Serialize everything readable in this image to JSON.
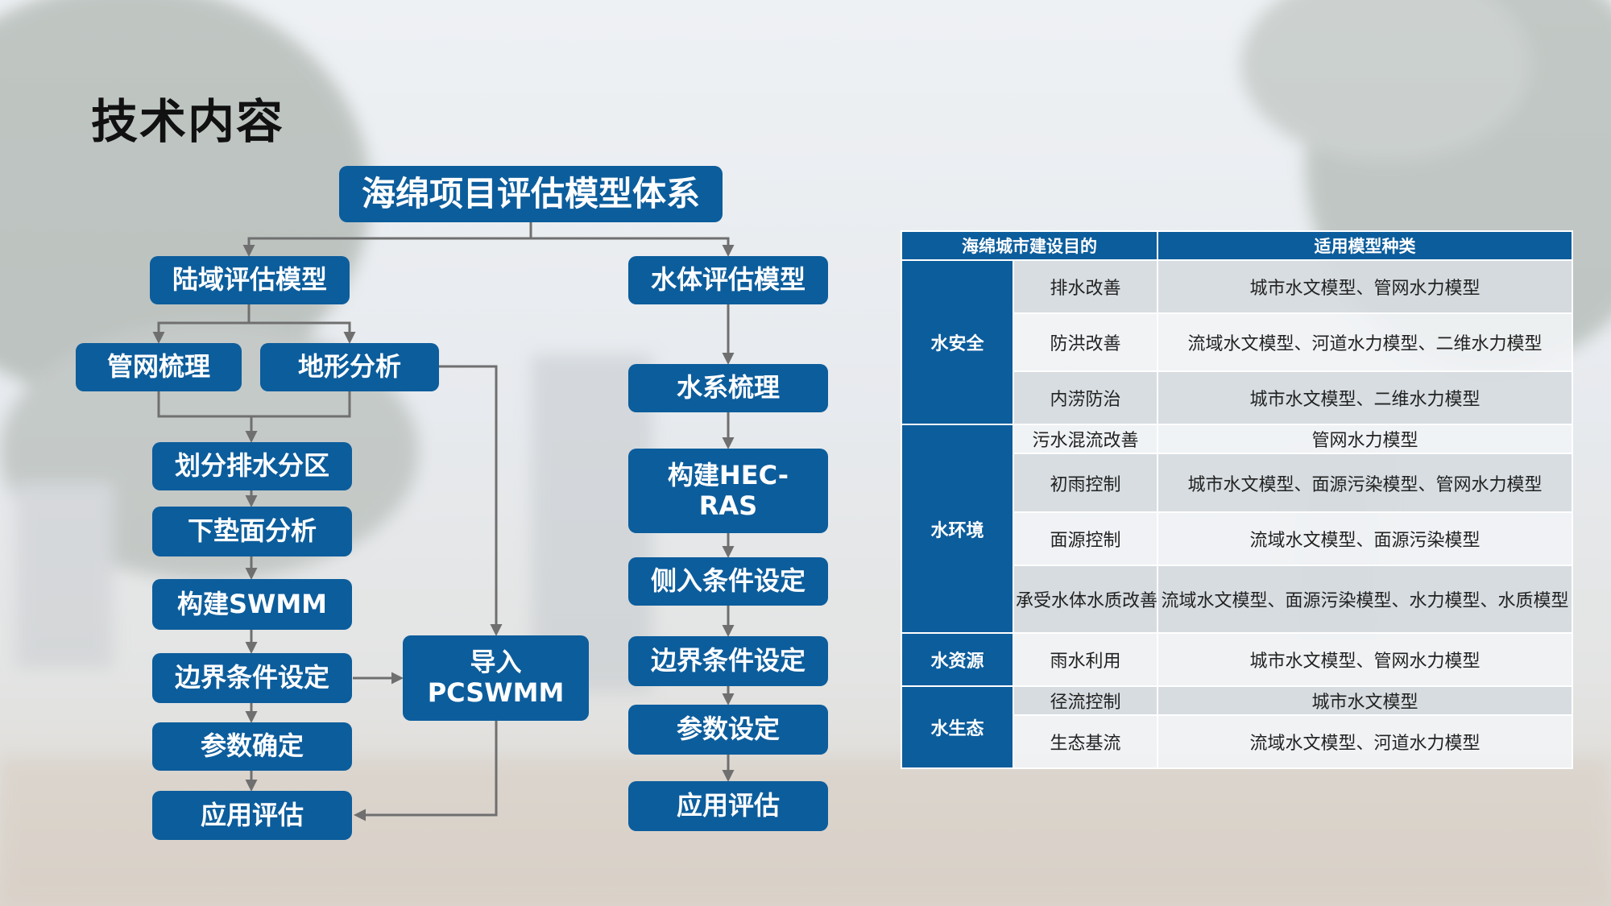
{
  "page_title": "技术内容",
  "flow": {
    "root": "海绵项目评估模型体系",
    "land_model": "陆域评估模型",
    "water_model": "水体评估模型",
    "pipe_review": "管网梳理",
    "terrain_analysis": "地形分析",
    "partition": "划分排水分区",
    "underlying_surface": "下垫面分析",
    "build_swmm": "构建SWMM",
    "boundary_land": "边界条件设定",
    "param_confirm": "参数确定",
    "apply_land": "应用评估",
    "import_pcswmm_1": "导入",
    "import_pcswmm_2": "PCSWMM",
    "water_system": "水系梳理",
    "build_hec_1": "构建HEC-",
    "build_hec_2": "RAS",
    "lateral_inflow": "侧入条件设定",
    "boundary_water": "边界条件设定",
    "param_setting": "参数设定",
    "apply_water": "应用评估"
  },
  "table": {
    "header_goal": "海绵城市建设目的",
    "header_model": "适用模型种类",
    "groups": [
      {
        "category": "水安全",
        "rows": [
          {
            "goal": "排水改善",
            "models": "城市水文模型、管网水力模型"
          },
          {
            "goal": "防洪改善",
            "models": "流域水文模型、河道水力模型、二维水力模型"
          },
          {
            "goal": "内涝防治",
            "models": "城市水文模型、二维水力模型"
          }
        ]
      },
      {
        "category": "水环境",
        "rows": [
          {
            "goal": "污水混流改善",
            "models": "管网水力模型"
          },
          {
            "goal": "初雨控制",
            "models": "城市水文模型、面源污染模型、管网水力模型"
          },
          {
            "goal": "面源控制",
            "models": "流域水文模型、面源污染模型"
          },
          {
            "goal": "承受水体水质改善",
            "models": "流域水文模型、面源污染模型、水力模型、水质模型"
          }
        ]
      },
      {
        "category": "水资源",
        "rows": [
          {
            "goal": "雨水利用",
            "models": "城市水文模型、管网水力模型"
          }
        ]
      },
      {
        "category": "水生态",
        "rows": [
          {
            "goal": "径流控制",
            "models": "城市水文模型"
          },
          {
            "goal": "生态基流",
            "models": "流域水文模型、河道水力模型"
          }
        ]
      }
    ]
  },
  "colors": {
    "primary_blue": "#0c5d9c",
    "connector_gray": "#6f6f6f"
  }
}
